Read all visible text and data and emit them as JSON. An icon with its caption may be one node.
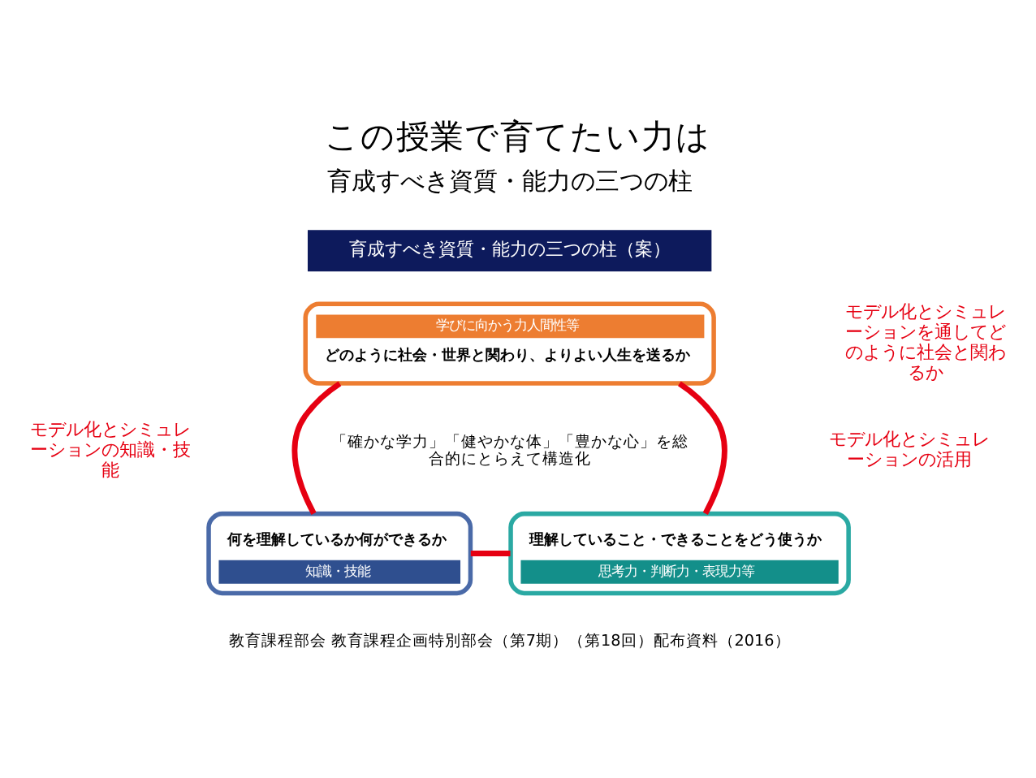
{
  "diagram": {
    "title": "この授業で育てたい力は",
    "nodes": [
      {
        "text": [
          "学びに向かう力人間性等",
          "どのように社会・世界と関わり、よりよい人生を送るか"
        ]
      },
      {
        "text": [
          "何を理解しているか何ができるか",
          "知識・技能"
        ]
      },
      {
        "text": [
          "理解していること・できることをどう使うか",
          "思考力・判断力・表現力等"
        ]
      }
    ],
    "edges": [
      {
        "from": 0,
        "to": 1,
        "arrow": "none"
      },
      {
        "from": 0,
        "to": 2,
        "arrow": "none"
      },
      {
        "from": 1,
        "to": 2,
        "arrow": "none"
      }
    ],
    "labels": [
      "育成すべき資質・能力の三つの柱",
      "育成すべき資質・能力の三つの柱（案）",
      "モデル化とシミュレーションを通してどのように社会と関わるか",
      "「確かな学力」「健やかな体」「豊かな心」を総合的にとらえて構造化",
      "モデル化とシミュレーションの知識・技能",
      "モデル化とシミュレーションの活用",
      "教育課程部会 教育課程企画特別部会（第7期）（第18回）配布資料（2016）"
    ]
  }
}
